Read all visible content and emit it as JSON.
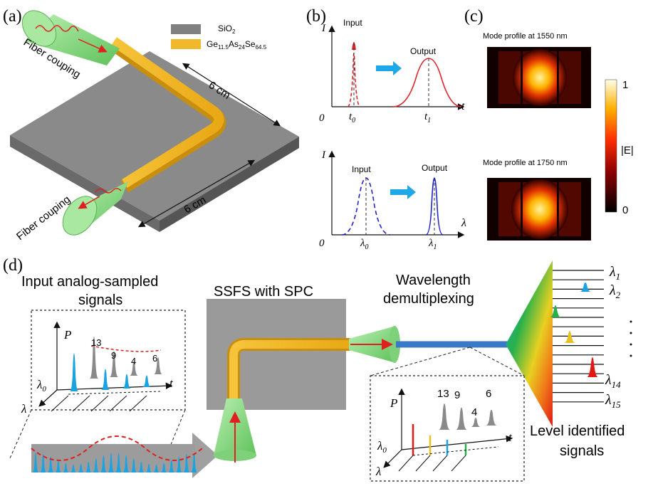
{
  "panel_a": {
    "label": "(a)",
    "legend": {
      "sio2": "SiO",
      "sio2_sub": "2",
      "core_parts": [
        {
          "t": "Ge",
          "sub": false
        },
        {
          "t": "11.5",
          "sub": true
        },
        {
          "t": "As",
          "sub": false
        },
        {
          "t": "24",
          "sub": true
        },
        {
          "t": "Se",
          "sub": false
        },
        {
          "t": "64.5",
          "sub": true
        }
      ]
    },
    "fiber_top": "Fiber couping",
    "fiber_bottom": "Fiber couping",
    "len_top": "6 cm",
    "len_bottom": "6 cm",
    "colors": {
      "substrate": "#808080",
      "waveguide": "#f2b82c",
      "fiber": "#8fdc8a",
      "arrow": "#e02020"
    }
  },
  "panel_b": {
    "label": "(b)",
    "top": {
      "y_axis": "I",
      "x_axis": "t",
      "origin": "0",
      "in_label": "Input",
      "out_label": "Output",
      "t0": "t",
      "t0_sub": "0",
      "t1": "t",
      "t1_sub": "1"
    },
    "bottom": {
      "y_axis": "I",
      "x_axis": "λ",
      "origin": "0",
      "in_label": "Input",
      "out_label": "Output",
      "l0": "λ",
      "l0_sub": "0",
      "l1": "λ",
      "l1_sub": "1"
    },
    "colors": {
      "top": "#e0242a",
      "bottom": "#2222cc",
      "arrow": "#1fa7e8"
    }
  },
  "panel_c": {
    "label": "(c)",
    "title_1550": "Mode profile at 1550 nm",
    "title_1750": "Mode profile at 1750 nm",
    "colorbar_max": "1",
    "colorbar_min": "0",
    "colorbar_label": "|E|"
  },
  "panel_d": {
    "label": "(d)",
    "input_title_l1": "Input analog-sampled",
    "input_title_l2": "signals",
    "ssfs_title": "SSFS with SPC",
    "wd_title_l1": "Wavelength",
    "wd_title_l2": "demultiplexing",
    "level_title_l1": "Level identified",
    "level_title_l2": "signals",
    "left_inset": {
      "p": "P",
      "t": "t",
      "lam0": "λ",
      "lam0_sub": "0",
      "lam": "λ",
      "values": [
        "13",
        "9",
        "4",
        "6"
      ]
    },
    "right_inset": {
      "p": "P",
      "t": "t",
      "lam0": "λ",
      "lam0_sub": "0",
      "lam": "λ",
      "values": [
        "13",
        "9",
        "4",
        "6"
      ]
    },
    "channels": [
      {
        "name": "λ",
        "sub": "1"
      },
      {
        "name": "λ",
        "sub": "2"
      },
      {
        "name": "λ",
        "sub": "14"
      },
      {
        "name": "λ",
        "sub": "15"
      }
    ],
    "colors": {
      "pulse_blue": "#1aa3e0",
      "pulse_gray": "#8a8a8a",
      "box": "#9a9a9a",
      "fiber_line": "#3a78c8",
      "dash": "#e02020"
    }
  }
}
